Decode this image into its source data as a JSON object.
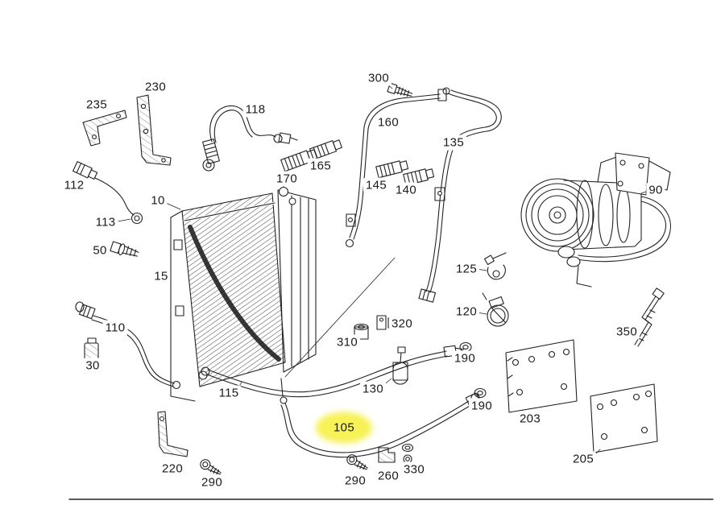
{
  "page": {
    "background_color": "#ffffff",
    "line_color": "#222222",
    "highlight_color": "#f6f257",
    "selected_part": "105"
  },
  "labels": [
    {
      "part": "235",
      "highlighted": false
    },
    {
      "part": "230",
      "highlighted": false
    },
    {
      "part": "118",
      "highlighted": false
    },
    {
      "part": "300",
      "highlighted": false
    },
    {
      "part": "160",
      "highlighted": false
    },
    {
      "part": "135",
      "highlighted": false
    },
    {
      "part": "112",
      "highlighted": false
    },
    {
      "part": "113",
      "highlighted": false
    },
    {
      "part": "10",
      "highlighted": false
    },
    {
      "part": "165",
      "highlighted": false
    },
    {
      "part": "170",
      "highlighted": false
    },
    {
      "part": "145",
      "highlighted": false
    },
    {
      "part": "140",
      "highlighted": false
    },
    {
      "part": "90",
      "highlighted": false
    },
    {
      "part": "50",
      "highlighted": false
    },
    {
      "part": "15",
      "highlighted": false
    },
    {
      "part": "125",
      "highlighted": false
    },
    {
      "part": "120",
      "highlighted": false
    },
    {
      "part": "310",
      "highlighted": false
    },
    {
      "part": "320",
      "highlighted": false
    },
    {
      "part": "190",
      "highlighted": false
    },
    {
      "part": "350",
      "highlighted": false
    },
    {
      "part": "110",
      "highlighted": false
    },
    {
      "part": "30",
      "highlighted": false
    },
    {
      "part": "115",
      "highlighted": false
    },
    {
      "part": "130",
      "highlighted": false
    },
    {
      "part": "190",
      "highlighted": false
    },
    {
      "part": "203",
      "highlighted": false
    },
    {
      "part": "105",
      "highlighted": true
    },
    {
      "part": "220",
      "highlighted": false
    },
    {
      "part": "290",
      "highlighted": false
    },
    {
      "part": "290",
      "highlighted": false
    },
    {
      "part": "260",
      "highlighted": false
    },
    {
      "part": "330",
      "highlighted": false
    },
    {
      "part": "205",
      "highlighted": false
    }
  ]
}
